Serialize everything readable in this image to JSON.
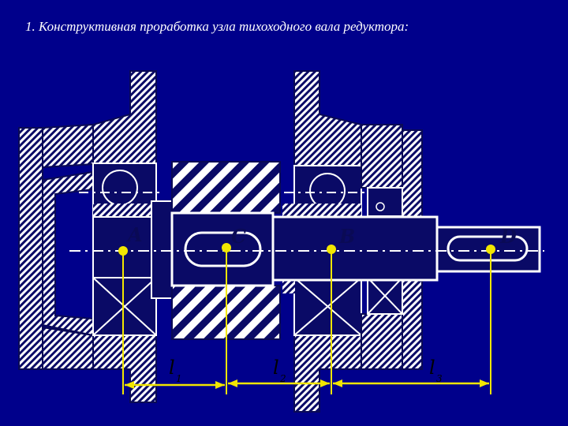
{
  "title": "1. Конструктивная проработка узла тихоходного вала редуктора:",
  "points": [
    {
      "label": "A"
    },
    {
      "label": "C"
    },
    {
      "label": "B"
    },
    {
      "label": "D"
    }
  ],
  "lengths": [
    {
      "symbol": "l",
      "sub": "1"
    },
    {
      "symbol": "l",
      "sub": "2"
    },
    {
      "symbol": "l",
      "sub": "3"
    }
  ],
  "colors": {
    "background": "#00008b",
    "hatch_fg": "#ffffff",
    "hatch_bg": "#0a0a66",
    "marker": "#f2e600",
    "axis": "#ffffff",
    "outline": "#0a0a55"
  }
}
